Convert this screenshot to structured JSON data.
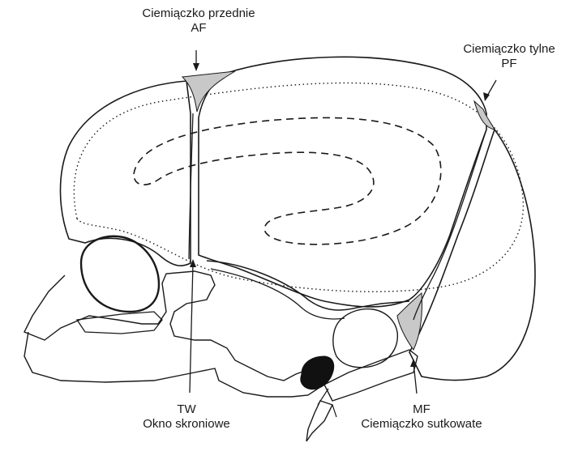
{
  "labels": {
    "anterior": {
      "name": "Ciemiączko przednie",
      "abbr": "AF"
    },
    "posterior": {
      "name": "Ciemiączko tylne",
      "abbr": "PF"
    },
    "temporal": {
      "abbr": "TW",
      "name": "Okno skroniowe"
    },
    "mastoid": {
      "abbr": "MF",
      "name": "Ciemiączko sutkowate"
    }
  },
  "colors": {
    "line": "#1a1a1a",
    "fontanelle_fill": "#c8c8c8",
    "dark_fill": "#111111",
    "background": "#ffffff"
  }
}
